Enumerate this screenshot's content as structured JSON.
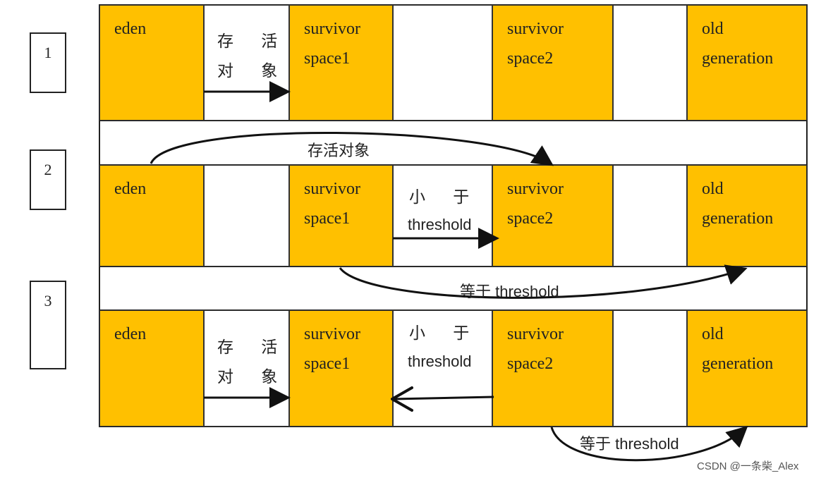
{
  "steps": [
    "1",
    "2",
    "3"
  ],
  "regions": {
    "eden": "eden",
    "survivor1": "survivor\nspace1",
    "survivor2": "survivor\nspace2",
    "old": "old\ngeneration"
  },
  "labels": {
    "survivor_objects_split": "存 活\n对 象",
    "survivor_objects": "存活对象",
    "less_than": "小 于",
    "threshold": "threshold",
    "equal_threshold": "等于 threshold"
  },
  "watermark": "CSDN @一条柴_Alex",
  "colors": {
    "region_fill": "#ffc000",
    "line": "#111111"
  }
}
